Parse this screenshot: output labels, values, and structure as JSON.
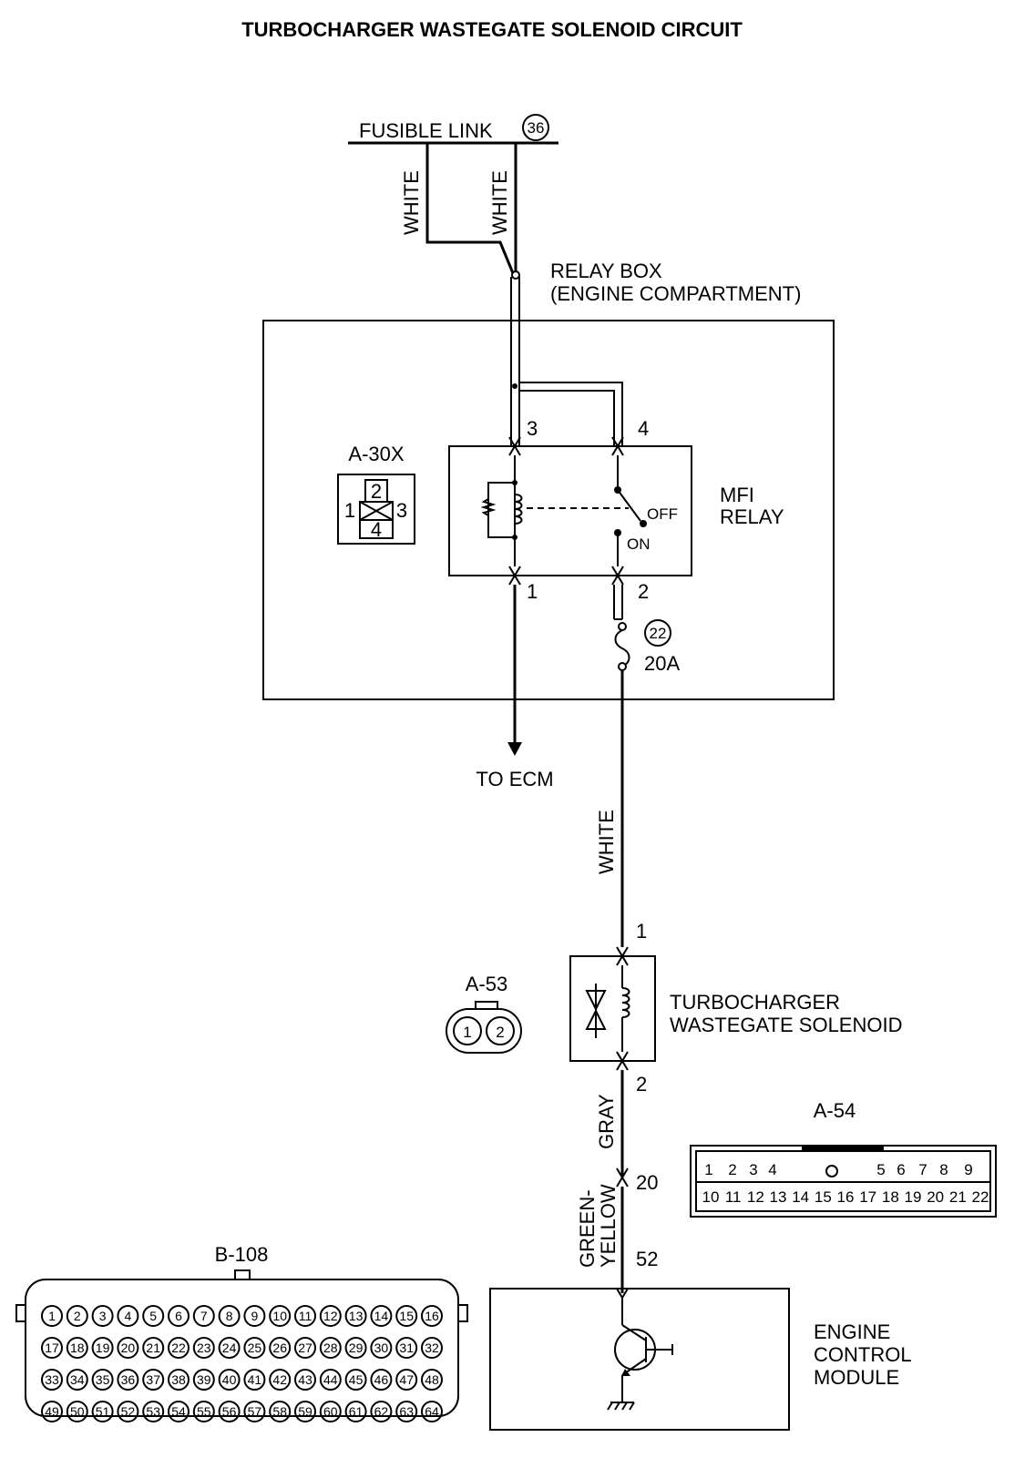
{
  "title": "TURBOCHARGER WASTEGATE SOLENOID CIRCUIT",
  "fusible_link": {
    "label": "FUSIBLE LINK",
    "number": "36"
  },
  "wires": {
    "white_left": "WHITE",
    "white_right": "WHITE",
    "white_main": "WHITE",
    "gray": "GRAY",
    "green_yellow_1": "GREEN-",
    "green_yellow_2": "YELLOW"
  },
  "relay_box": {
    "line1": "RELAY BOX",
    "line2": "(ENGINE COMPARTMENT)"
  },
  "mfi_relay": {
    "line1": "MFI",
    "line2": "RELAY",
    "off": "OFF",
    "on": "ON",
    "pins": {
      "p1": "1",
      "p2": "2",
      "p3": "3",
      "p4": "4"
    }
  },
  "fuse": {
    "number": "22",
    "rating": "20A"
  },
  "to_ecm": "TO ECM",
  "connector_a30x": {
    "name": "A-30X",
    "pins": [
      "1",
      "2",
      "3",
      "4"
    ]
  },
  "solenoid": {
    "line1": "TURBOCHARGER",
    "line2": "WASTEGATE SOLENOID",
    "pin_top": "1",
    "pin_bottom": "2"
  },
  "connector_a53": {
    "name": "A-53",
    "pins": [
      "1",
      "2"
    ]
  },
  "connector_a54": {
    "name": "A-54",
    "row1": [
      "1",
      "2",
      "3",
      "4",
      "5",
      "6",
      "7",
      "8",
      "9"
    ],
    "row2": [
      "10",
      "11",
      "12",
      "13",
      "14",
      "15",
      "16",
      "17",
      "18",
      "19",
      "20",
      "21",
      "22"
    ]
  },
  "intermediate_pin": "20",
  "ecm_pin": "52",
  "ecm": {
    "line1": "ENGINE",
    "line2": "CONTROL",
    "line3": "MODULE"
  },
  "connector_b108": {
    "name": "B-108",
    "rows": [
      [
        "1",
        "2",
        "3",
        "4",
        "5",
        "6",
        "7",
        "8",
        "9",
        "10",
        "11",
        "12",
        "13",
        "14",
        "15",
        "16"
      ],
      [
        "17",
        "18",
        "19",
        "20",
        "21",
        "22",
        "23",
        "24",
        "25",
        "26",
        "27",
        "28",
        "29",
        "30",
        "31",
        "32"
      ],
      [
        "33",
        "34",
        "35",
        "36",
        "37",
        "38",
        "39",
        "40",
        "41",
        "42",
        "43",
        "44",
        "45",
        "46",
        "47",
        "48"
      ],
      [
        "49",
        "50",
        "51",
        "52",
        "53",
        "54",
        "55",
        "56",
        "57",
        "58",
        "59",
        "60",
        "61",
        "62",
        "63",
        "64"
      ]
    ]
  }
}
